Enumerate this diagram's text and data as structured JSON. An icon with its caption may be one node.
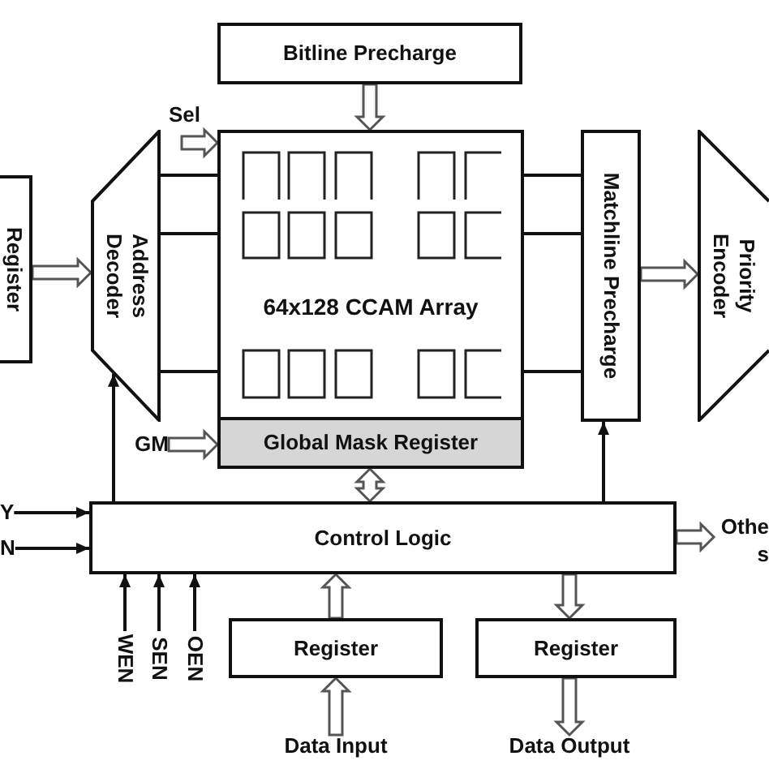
{
  "diagram": {
    "nodes": [
      {
        "text": [
          "Bitline Precharge"
        ]
      },
      {
        "text": [
          "Sel"
        ]
      },
      {
        "text": [
          "Register"
        ]
      },
      {
        "text": [
          "Address Decoder"
        ]
      },
      {
        "text": [
          "64x128 CCAM Array"
        ]
      },
      {
        "text": [
          "Matchline Precharge"
        ]
      },
      {
        "text": [
          "Priority Encoder"
        ]
      },
      {
        "text": [
          "GM"
        ]
      },
      {
        "text": [
          "Global Mask Register"
        ]
      },
      {
        "text": [
          "Y"
        ]
      },
      {
        "text": [
          "N"
        ]
      },
      {
        "text": [
          "Control Logic"
        ]
      },
      {
        "text": [
          "Othe s"
        ]
      },
      {
        "text": [
          "WEN"
        ]
      },
      {
        "text": [
          "SEN"
        ]
      },
      {
        "text": [
          "OEN"
        ]
      },
      {
        "text": [
          "Register"
        ]
      },
      {
        "text": [
          "Register"
        ]
      },
      {
        "text": [
          "Data Input"
        ]
      },
      {
        "text": [
          "Data Output"
        ]
      }
    ],
    "edges": [
      {
        "from": 0,
        "to": 4,
        "arrow": "to",
        "style": "thick"
      },
      {
        "from": 1,
        "to": 4,
        "arrow": "to",
        "style": "thick"
      },
      {
        "from": 2,
        "to": 3,
        "arrow": "to",
        "style": "thick"
      },
      {
        "from": 3,
        "to": 4,
        "arrow": "none"
      },
      {
        "from": 3,
        "to": 4,
        "arrow": "none"
      },
      {
        "from": 3,
        "to": 4,
        "arrow": "none"
      },
      {
        "from": 4,
        "to": 5,
        "arrow": "none"
      },
      {
        "from": 4,
        "to": 5,
        "arrow": "none"
      },
      {
        "from": 4,
        "to": 5,
        "arrow": "none"
      },
      {
        "from": 5,
        "to": 6,
        "arrow": "to",
        "style": "thick"
      },
      {
        "from": 7,
        "to": 8,
        "arrow": "to",
        "style": "thick"
      },
      {
        "from": 8,
        "to": 11,
        "arrow": "both",
        "style": "thick"
      },
      {
        "from": 11,
        "to": 3,
        "arrow": "to"
      },
      {
        "from": 11,
        "to": 5,
        "arrow": "to"
      },
      {
        "from": 9,
        "to": 11,
        "arrow": "to"
      },
      {
        "from": 10,
        "to": 11,
        "arrow": "to"
      },
      {
        "from": 11,
        "to": 12,
        "arrow": "to",
        "style": "thick"
      },
      {
        "from": 13,
        "to": 11,
        "arrow": "to"
      },
      {
        "from": 14,
        "to": 11,
        "arrow": "to"
      },
      {
        "from": 15,
        "to": 11,
        "arrow": "to"
      },
      {
        "from": 16,
        "to": 11,
        "arrow": "to",
        "style": "thick"
      },
      {
        "from": 18,
        "to": 16,
        "arrow": "to",
        "style": "thick"
      },
      {
        "from": 11,
        "to": 17,
        "arrow": "to",
        "style": "thick"
      },
      {
        "from": 17,
        "to": 19,
        "arrow": "to",
        "style": "thick"
      }
    ]
  }
}
